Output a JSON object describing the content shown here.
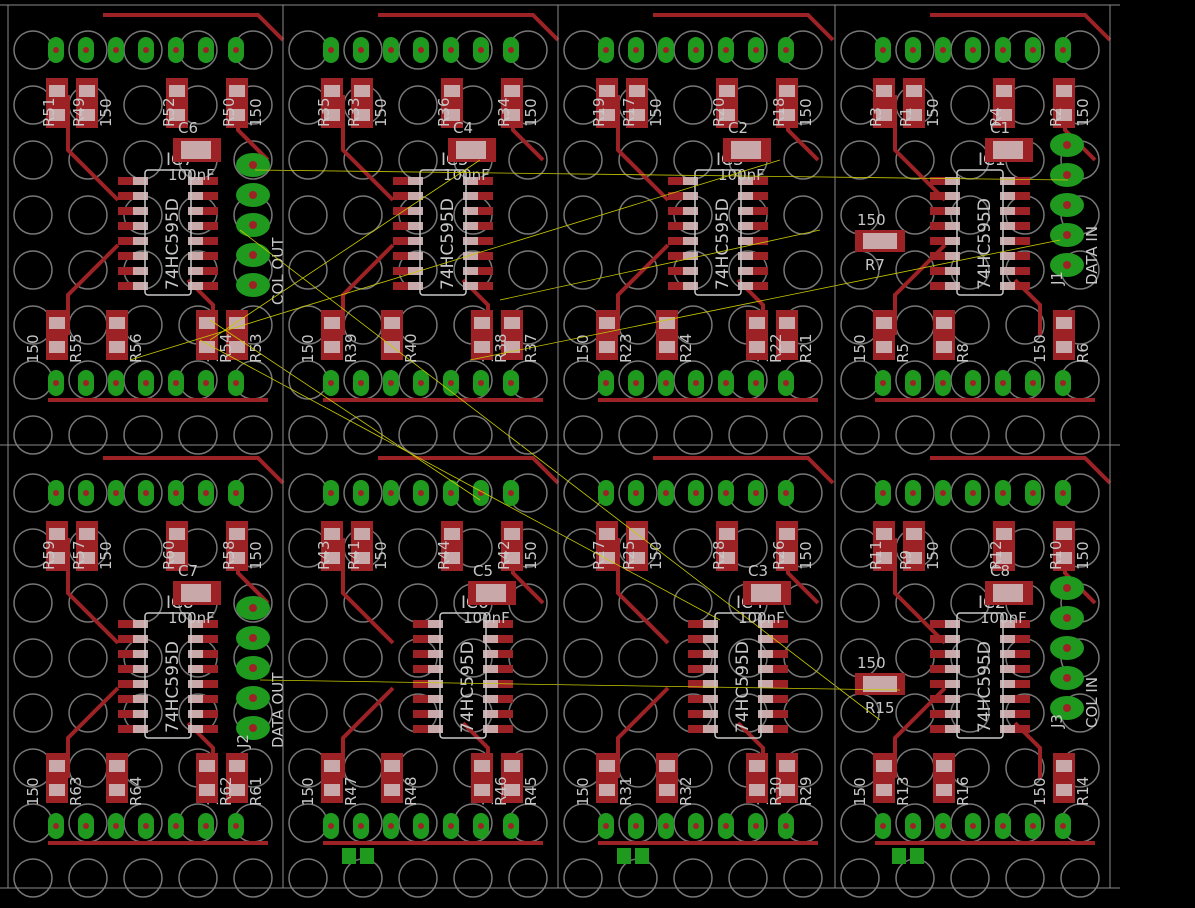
{
  "colors": {
    "background": "#000000",
    "copper": "#9c2226",
    "pad": "#c8a8a8",
    "via": "#1f9a1f",
    "silk": "#c8c8c8",
    "airwire": "#c8c800",
    "frame": "#8a8a8a"
  },
  "modules": [
    {
      "ic": "IC7",
      "part": "74HC595D",
      "cap": "C6",
      "cap_value": "100nF",
      "top": [
        "R51",
        "R49",
        "R52",
        "R50"
      ],
      "bottom": [
        "R55",
        "R56",
        "R53",
        "R54"
      ],
      "value": "150",
      "connector": "COL OUT",
      "jumper": ""
    },
    {
      "ic": "IC5",
      "part": "74HC595D",
      "cap": "C4",
      "cap_value": "100nF",
      "top": [
        "R35",
        "R33",
        "R36",
        "R34"
      ],
      "bottom": [
        "R39",
        "R40",
        "R37",
        "R38"
      ],
      "value": "150",
      "connector": "",
      "jumper": ""
    },
    {
      "ic": "IC3",
      "part": "74HC595D",
      "cap": "C2",
      "cap_value": "100nF",
      "top": [
        "R19",
        "R17",
        "R20",
        "R18"
      ],
      "bottom": [
        "R23",
        "R24",
        "R21",
        "R22"
      ],
      "value": "150",
      "connector": "",
      "jumper": ""
    },
    {
      "ic": "IC1",
      "part": "74HC595D",
      "cap": "C1",
      "cap_value": "",
      "top": [
        "R3",
        "R1",
        "R4",
        "R2"
      ],
      "bottom": [
        "R5",
        "R8",
        "R6"
      ],
      "value": "150",
      "extra_res": "R7",
      "connector": "DATA IN",
      "jumper": "J1"
    },
    {
      "ic": "IC8",
      "part": "74HC595D",
      "cap": "C7",
      "cap_value": "100nF",
      "top": [
        "R59",
        "R57",
        "R60",
        "R58"
      ],
      "bottom": [
        "R63",
        "R64",
        "R61",
        "R62"
      ],
      "value": "150",
      "connector": "DATA OUT",
      "jumper": "J2"
    },
    {
      "ic": "IC6",
      "part": "74HC595D",
      "cap": "C5",
      "cap_value": "100nF",
      "top": [
        "R43",
        "R41",
        "R44",
        "R42"
      ],
      "bottom": [
        "R47",
        "R48",
        "R45",
        "R46"
      ],
      "value": "150",
      "connector": "",
      "jumper": ""
    },
    {
      "ic": "IC4",
      "part": "74HC595D",
      "cap": "C3",
      "cap_value": "100nF",
      "top": [
        "R27",
        "R25",
        "R28",
        "R26"
      ],
      "bottom": [
        "R31",
        "R32",
        "R29",
        "R30"
      ],
      "value": "150",
      "connector": "",
      "jumper": ""
    },
    {
      "ic": "IC2",
      "part": "74HC595D",
      "cap": "C8",
      "cap_value": "100nF",
      "top": [
        "R11",
        "R9",
        "R12",
        "R10"
      ],
      "bottom": [
        "R13",
        "R16",
        "R14"
      ],
      "value": "150",
      "extra_res": "R15",
      "connector": "COL IN",
      "jumper": "J3"
    }
  ]
}
